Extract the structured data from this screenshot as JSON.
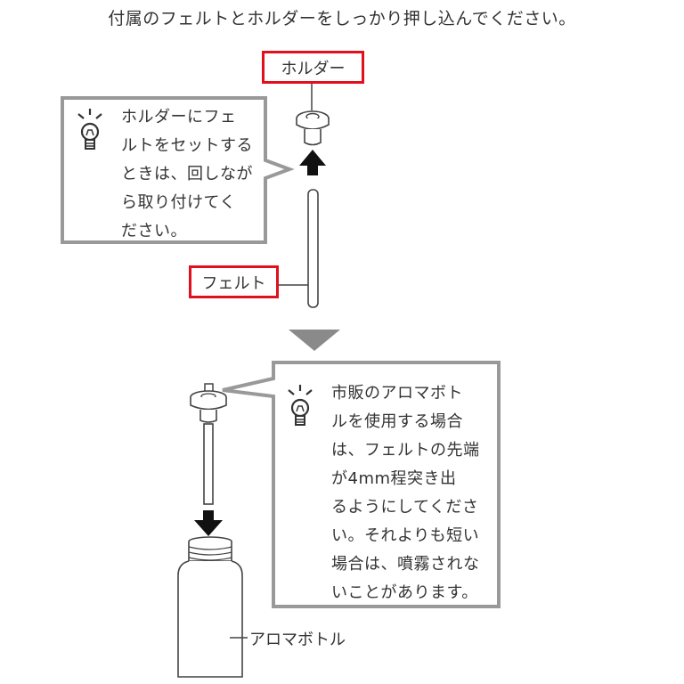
{
  "instruction": "付属のフェルトとホルダーをしっかり押し込んでください。",
  "labels": {
    "holder": "ホルダー",
    "felt": "フェルト",
    "aroma_bottle": "アロマボトル"
  },
  "tips": [
    {
      "icon": "light-bulb-icon",
      "lines": [
        "ホルダーにフェ",
        "ルトをセットする",
        "ときは、回しなが",
        "ら取り付けてく",
        "ださい。"
      ]
    },
    {
      "icon": "light-bulb-icon",
      "lines": [
        "市販のアロマボト",
        "ルを使用する場合",
        "は、フェルトの先端",
        "が4mm程突き出",
        "るようにしてくださ",
        "い。それよりも短い",
        "場合は、噴霧されな",
        "いことがあります。"
      ]
    }
  ],
  "colors": {
    "highlight": "#e0101e",
    "callout_border": "#999999",
    "text": "#333333",
    "arrow_gray": "#8a8a8a"
  }
}
